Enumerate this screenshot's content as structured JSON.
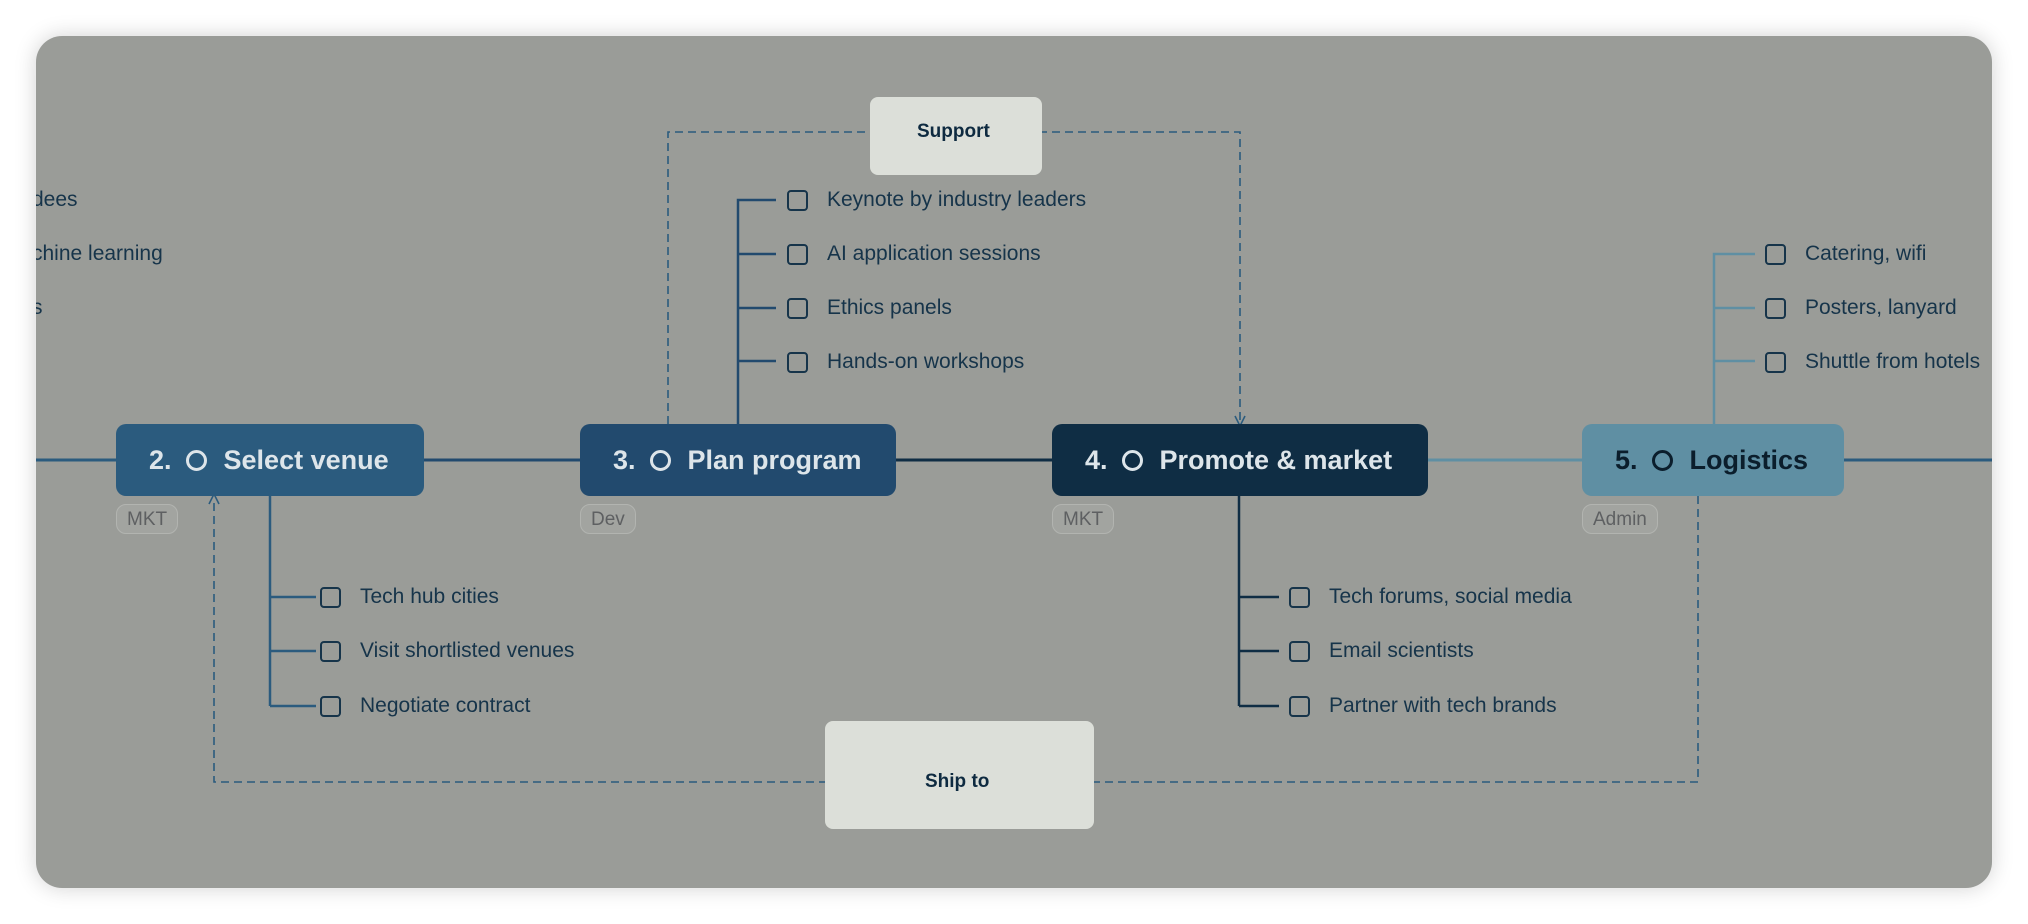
{
  "colors": {
    "canvas": "#9a9c98",
    "node_2": "#2b5b7e",
    "node_3": "#224a6e",
    "node_4": "#0f2d44",
    "node_5": "#5f8fa3",
    "callout": "#dcdfd9"
  },
  "left_clipped_items": [
    "dees",
    "chine learning",
    "s"
  ],
  "nodes": [
    {
      "num": "2.",
      "title": "Select venue",
      "tag": "MKT",
      "items": [
        "Tech hub cities",
        "Visit shortlisted venues",
        "Negotiate contract"
      ]
    },
    {
      "num": "3.",
      "title": "Plan program",
      "tag": "Dev",
      "items": [
        "Keynote by industry leaders",
        "AI application sessions",
        "Ethics panels",
        "Hands-on workshops"
      ]
    },
    {
      "num": "4.",
      "title": "Promote & market",
      "tag": "MKT",
      "items": [
        "Tech forums, social media",
        "Email scientists",
        "Partner with tech brands"
      ]
    },
    {
      "num": "5.",
      "title": "Logistics",
      "tag": "Admin",
      "items": [
        "Catering, wifi",
        "Posters, lanyard",
        "Shuttle from hotels"
      ]
    }
  ],
  "relations": {
    "support": "Support",
    "ship_to": "Ship to"
  }
}
